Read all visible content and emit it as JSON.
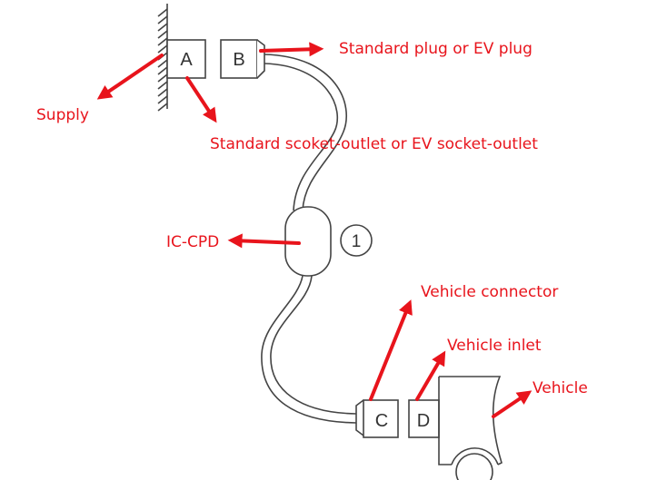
{
  "diagram": {
    "title": "Mode 2 EV charging connection diagram",
    "colors": {
      "label": "#e8141c",
      "line": "#444444",
      "background": "#ffffff"
    },
    "components": {
      "A": "A",
      "B": "B",
      "C": "C",
      "D": "D",
      "marker": "1"
    },
    "labels": {
      "supply": "Supply",
      "plug": "Standard plug or EV plug",
      "socket_outlet": "Standard scoket-outlet or EV socket-outlet",
      "ic_cpd": "IC-CPD",
      "vehicle_connector": "Vehicle connector",
      "vehicle_inlet": "Vehicle inlet",
      "vehicle": "Vehicle"
    }
  }
}
